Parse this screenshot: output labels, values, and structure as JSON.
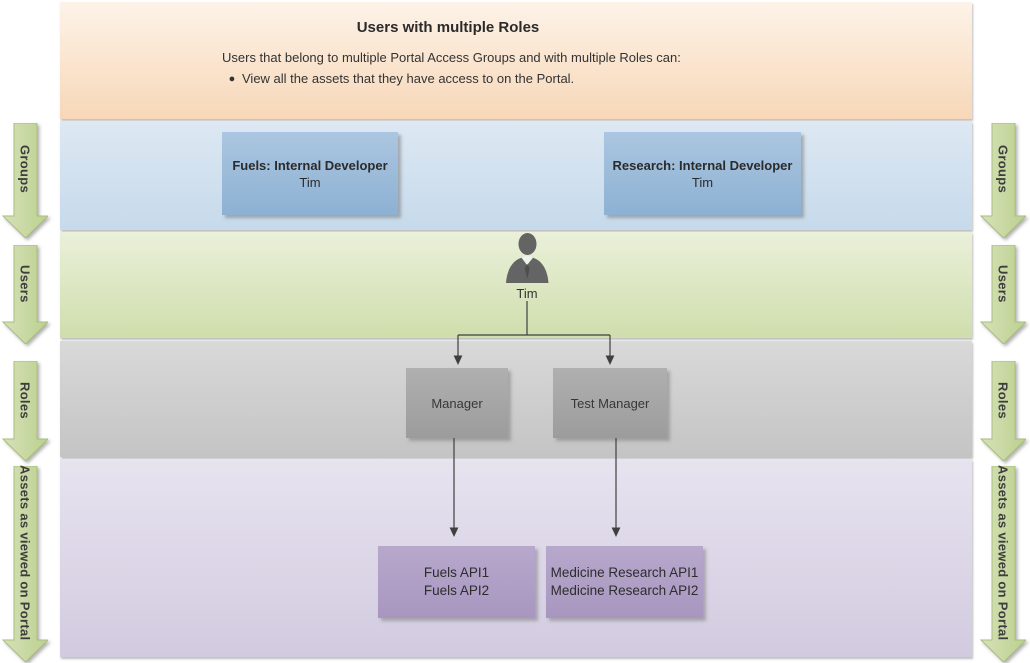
{
  "header": {
    "title": "Users with multiple Roles",
    "description": "Users that belong to multiple Portal Access Groups and with multiple Roles can:",
    "bullet": "View all the assets that they have access to on the Portal."
  },
  "lanes": {
    "groups": "Groups",
    "users": "Users",
    "roles": "Roles",
    "assets": "Assets as viewed on Portal"
  },
  "groups_band": {
    "boxes": [
      {
        "title": "Fuels: Internal Developer",
        "member": "Tim"
      },
      {
        "title": "Research: Internal Developer",
        "member": "Tim"
      }
    ]
  },
  "users_band": {
    "user_name": "Tim"
  },
  "roles_band": {
    "boxes": [
      {
        "label": "Manager"
      },
      {
        "label": "Test Manager"
      }
    ]
  },
  "assets_band": {
    "boxes": [
      {
        "lines": [
          "Fuels API1",
          "Fuels API2"
        ]
      },
      {
        "lines": [
          "Medicine Research API1",
          "Medicine Research API2"
        ]
      }
    ]
  },
  "colors": {
    "header_band": "#fbe5cd",
    "groups_band": "#d3e1ef",
    "users_band": "#dde7c4",
    "roles_band": "#d0d0d0",
    "assets_band": "#dcd6e7",
    "group_box": "#9cbbd9",
    "role_box": "#a5a5a5",
    "asset_box": "#b0a1c6",
    "lane_arrow": "#c9d9a3",
    "connector": "#3f3f3f"
  }
}
